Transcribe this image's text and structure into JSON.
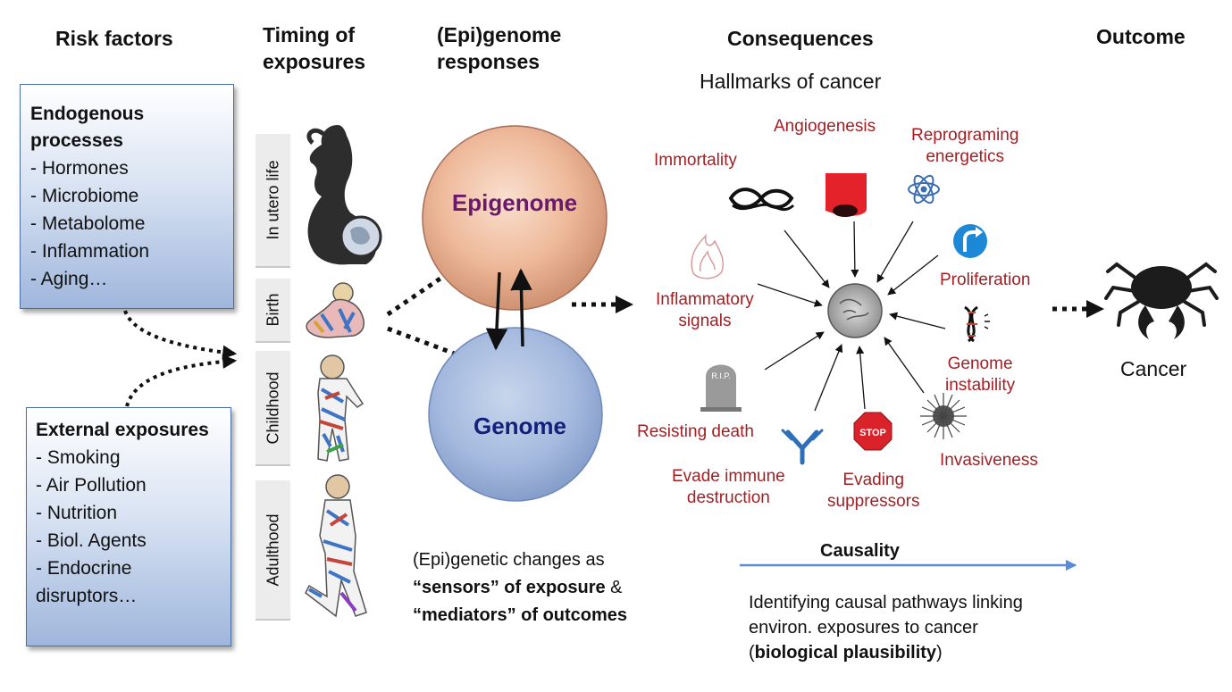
{
  "headers": {
    "risk_factors": "Risk factors",
    "timing_line1": "Timing of",
    "timing_line2": "exposures",
    "epi_line1": "(Epi)genome",
    "epi_line2": "responses",
    "consequences": "Consequences",
    "outcome": "Outcome"
  },
  "endogenous": {
    "title_line1": "Endogenous",
    "title_line2": "processes",
    "items": [
      "- Hormones",
      "- Microbiome",
      "- Metabolome",
      "- Inflammation",
      "- Aging…"
    ]
  },
  "external": {
    "title": "External exposures",
    "items": [
      "- Smoking",
      "- Air Pollution",
      "- Nutrition",
      "- Biol. Agents",
      "- Endocrine",
      "disruptors…"
    ]
  },
  "timing": [
    "In utero life",
    "Birth",
    "Childhood",
    "Adulthood"
  ],
  "genome": {
    "epigenome": "Epigenome",
    "genome": "Genome"
  },
  "sensors_note": {
    "line1": "(Epi)genetic changes as",
    "line2_bold": "“sensors” of exposure",
    "line2_rest": " &",
    "line3_bold": "“mediators” of outcomes"
  },
  "hallmarks": {
    "title": "Hallmarks of cancer",
    "angiogenesis": "Angiogenesis",
    "reprogramming_line1": "Reprograming",
    "reprogramming_line2": "energetics",
    "immortality": "Immortality",
    "proliferation": "Proliferation",
    "inflammatory_line1": "Inflammatory",
    "inflammatory_line2": "signals",
    "genome_instability_line1": "Genome",
    "genome_instability_line2": "instability",
    "resisting_death": "Resisting death",
    "evade_immune_line1": "Evade immune",
    "evade_immune_line2": "destruction",
    "evading_suppressors_line1": "Evading",
    "evading_suppressors_line2": "suppressors",
    "invasiveness": "Invasiveness",
    "rip_label": "R.I.P.",
    "stop_label": "STOP"
  },
  "causality": {
    "label": "Causality",
    "line1": "Identifying causal pathways linking",
    "line2": "environ.  exposures to cancer",
    "line3_open": "(",
    "line3_bold": "biological plausibility",
    "line3_close": ")"
  },
  "outcome": {
    "cancer": "Cancer"
  },
  "colors": {
    "hallmark_red": "#a31f24",
    "epigenome_purple": "#6b1a6b",
    "genome_navy": "#14207a",
    "box_border": "#4a6ea8",
    "causality_arrow": "#5b8ad6"
  }
}
